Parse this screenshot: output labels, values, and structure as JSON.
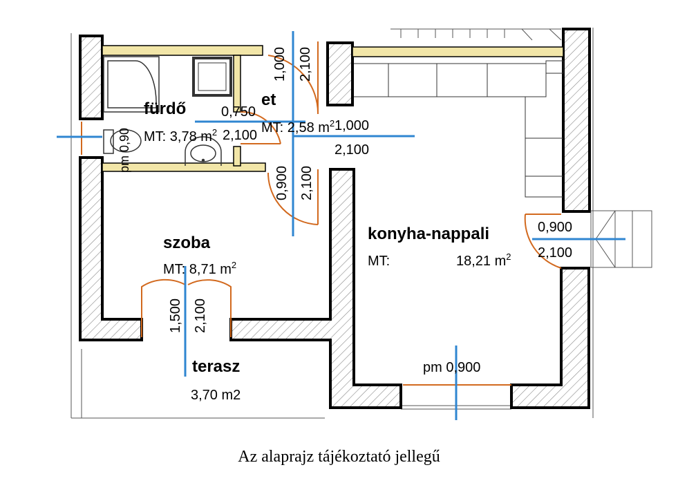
{
  "colors": {
    "wall": "#000000",
    "hatch": "#8a8a8a",
    "insulation": "#f2e6a8",
    "door": "#d2691e",
    "axis": "#2f86d1",
    "fixture": "#333333"
  },
  "rooms": {
    "furdo": {
      "name": "fürdő",
      "area": "MT: 3,78 m",
      "sup": "2"
    },
    "et": {
      "name": "et",
      "area": "MT: 2,58 m",
      "sup": "2"
    },
    "szoba": {
      "name": "szoba",
      "area": "MT: 8,71 m",
      "sup": "2"
    },
    "konyha": {
      "name": "konyha-nappali",
      "area_label": "MT:",
      "area_value": "18,21 m",
      "sup": "2"
    },
    "terasz": {
      "name": "terasz",
      "area": "3,70 m2"
    }
  },
  "doors": {
    "d_top_w": "1,000",
    "d_top_h": "2,100",
    "d_bath_w": "0,750",
    "d_bath_h": "2,100",
    "d_hall_w": "1,000",
    "d_hall_h": "2,100",
    "d_room_w": "0,900",
    "d_room_h": "2,100",
    "d_entry_w": "0,900",
    "d_entry_h": "2,100",
    "d_terrace_w": "1,500",
    "d_terrace_h": "2,100",
    "w_bath": "pm 0,90",
    "w_kitchen": "pm 0,900"
  },
  "caption": "Az alaprajz tájékoztató jellegű"
}
